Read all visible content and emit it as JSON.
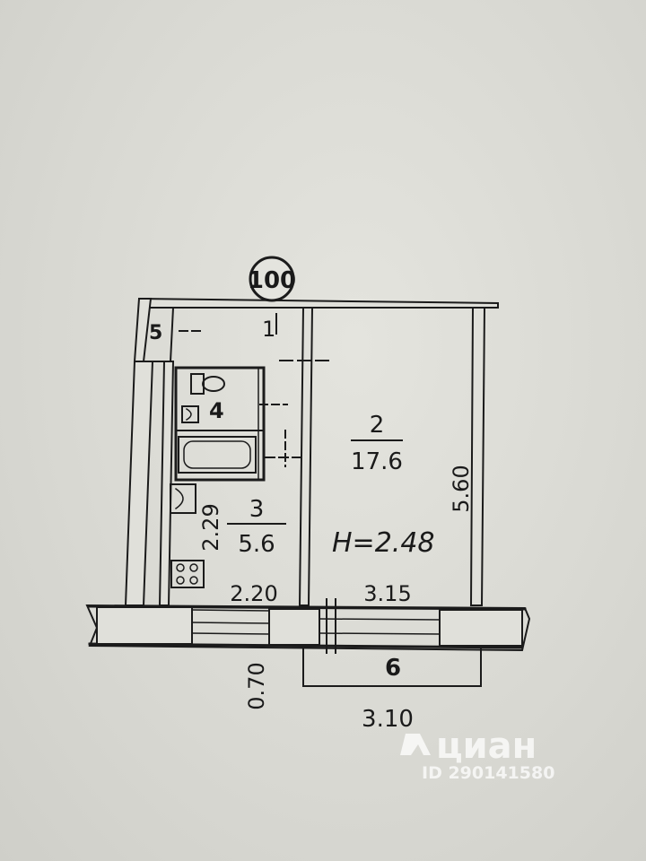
{
  "plan": {
    "apartment_number": "100",
    "ceiling_height": "H=2.48",
    "rooms": [
      {
        "number": "1"
      },
      {
        "number": "2",
        "area": "17.6"
      },
      {
        "number": "3",
        "area": "5.6"
      },
      {
        "number": "4"
      },
      {
        "number": "5"
      },
      {
        "number": "6"
      }
    ],
    "dimensions": {
      "room2_length": "5.60",
      "kitchen_length": "2.29",
      "kitchen_width": "2.20",
      "room2_width": "3.15",
      "balcony_depth": "0.70",
      "balcony_width": "3.10"
    },
    "fixtures": [
      "toilet-icon",
      "sink-icon",
      "bathtub-icon",
      "kitchen-sink-icon",
      "stove-icon"
    ]
  },
  "watermark": {
    "brand": "циан",
    "id": "ID 290141580"
  }
}
